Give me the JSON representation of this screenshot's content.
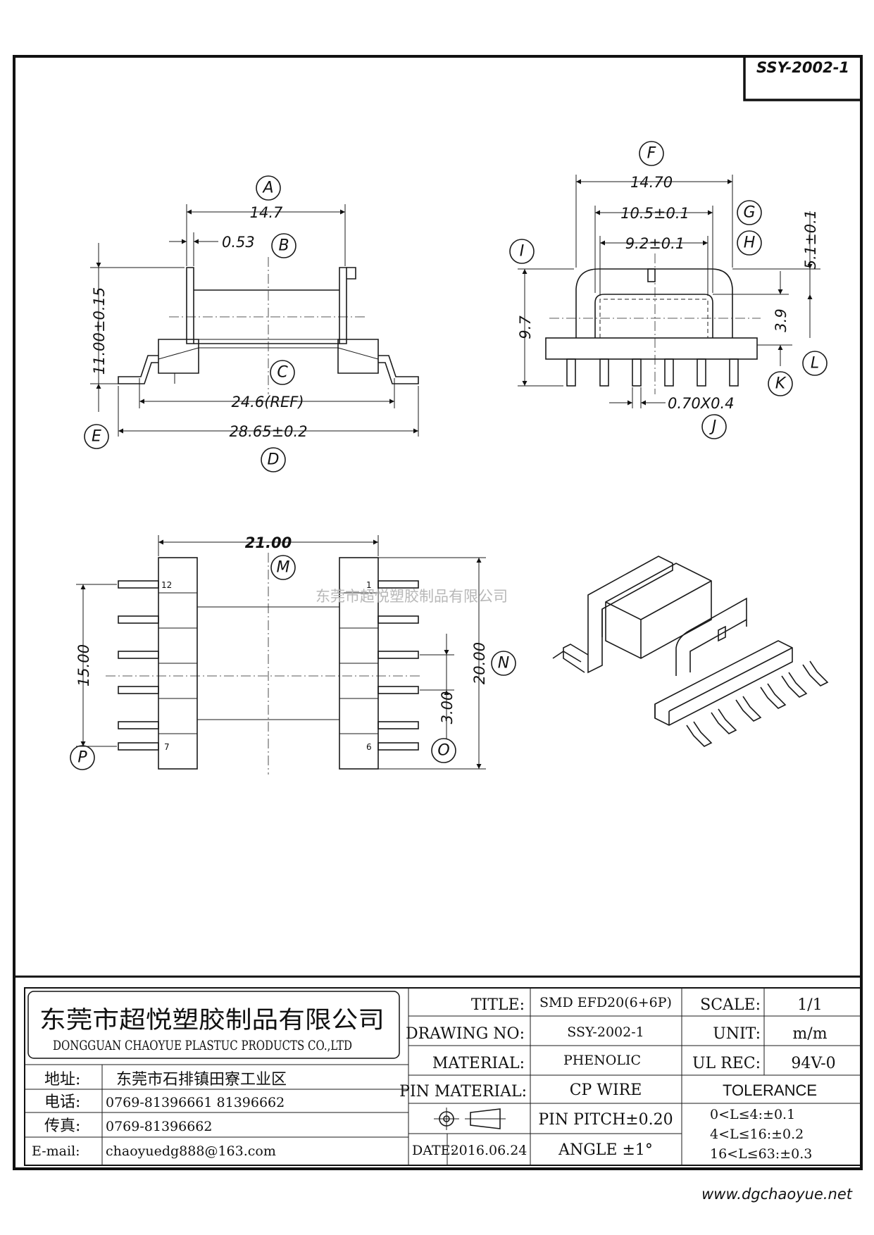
{
  "drawing_code": "SSY-2002-1",
  "watermark": "东莞市超悦塑胶制品有限公司",
  "footer_url": "www.dgchaoyue.net",
  "labels": {
    "A": "A",
    "B": "B",
    "C": "C",
    "D": "D",
    "E": "E",
    "F": "F",
    "G": "G",
    "H": "H",
    "I": "I",
    "J": "J",
    "K": "K",
    "L": "L",
    "M": "M",
    "N": "N",
    "O": "O",
    "P": "P"
  },
  "dimensions": {
    "front_width": "14.7",
    "flange_thickness": "0.53",
    "height": "11.00±0.15",
    "ref_length": "24.6(REF)",
    "overall_length": "28.65±0.2",
    "side_width": "14.70",
    "window_width": "10.5±0.1",
    "inner_width": "9.2±0.1",
    "top_height": "5.1±0.1",
    "side_height": "9.7",
    "base_height": "3.9",
    "pin_section": "0.70X0.4",
    "bottom_width": "21.00",
    "pin_row_span": "15.00",
    "body_length": "20.00",
    "pin_pitch": "3.00"
  },
  "pin_numbers": {
    "top_left": "12",
    "top_right": "1",
    "bottom_left": "7",
    "bottom_right": "6"
  },
  "title_block": {
    "company_cn": "东莞市超悦塑胶制品有限公司",
    "company_en": "DONGGUAN CHAOYUE PLASTUC PRODUCTS CO.,LTD",
    "address_label": "地址:",
    "address_value": "东莞市石排镇田寮工业区",
    "phone_label": "电话:",
    "phone_value": "0769-81396661  81396662",
    "fax_label": "传真:",
    "fax_value": "0769-81396662",
    "email_label": "E-mail:",
    "email_value": "chaoyuedg888@163.com",
    "title_label": "TITLE:",
    "title_value": "SMD EFD20(6+6P)",
    "drawing_no_label": "DRAWING NO:",
    "drawing_no_value": "SSY-2002-1",
    "material_label": "MATERIAL:",
    "material_value": "PHENOLIC",
    "pin_material_label": "PIN MATERIAL:",
    "pin_material_value": "CP WIRE",
    "pin_pitch_text": "PIN PITCH±0.20",
    "date_label": "DATE:",
    "date_value": "2016.06.24",
    "angle_text": "ANGLE  ±1°",
    "scale_label": "SCALE:",
    "scale_value": "1/1",
    "unit_label": "UNIT:",
    "unit_value": "m/m",
    "ul_label": "UL REC:",
    "ul_value": "94V-0",
    "tolerance_label": "TOLERANCE",
    "tolerance_lines": [
      "0<L≤4:±0.1",
      "4<L≤16:±0.2",
      "16<L≤63:±0.3"
    ]
  }
}
